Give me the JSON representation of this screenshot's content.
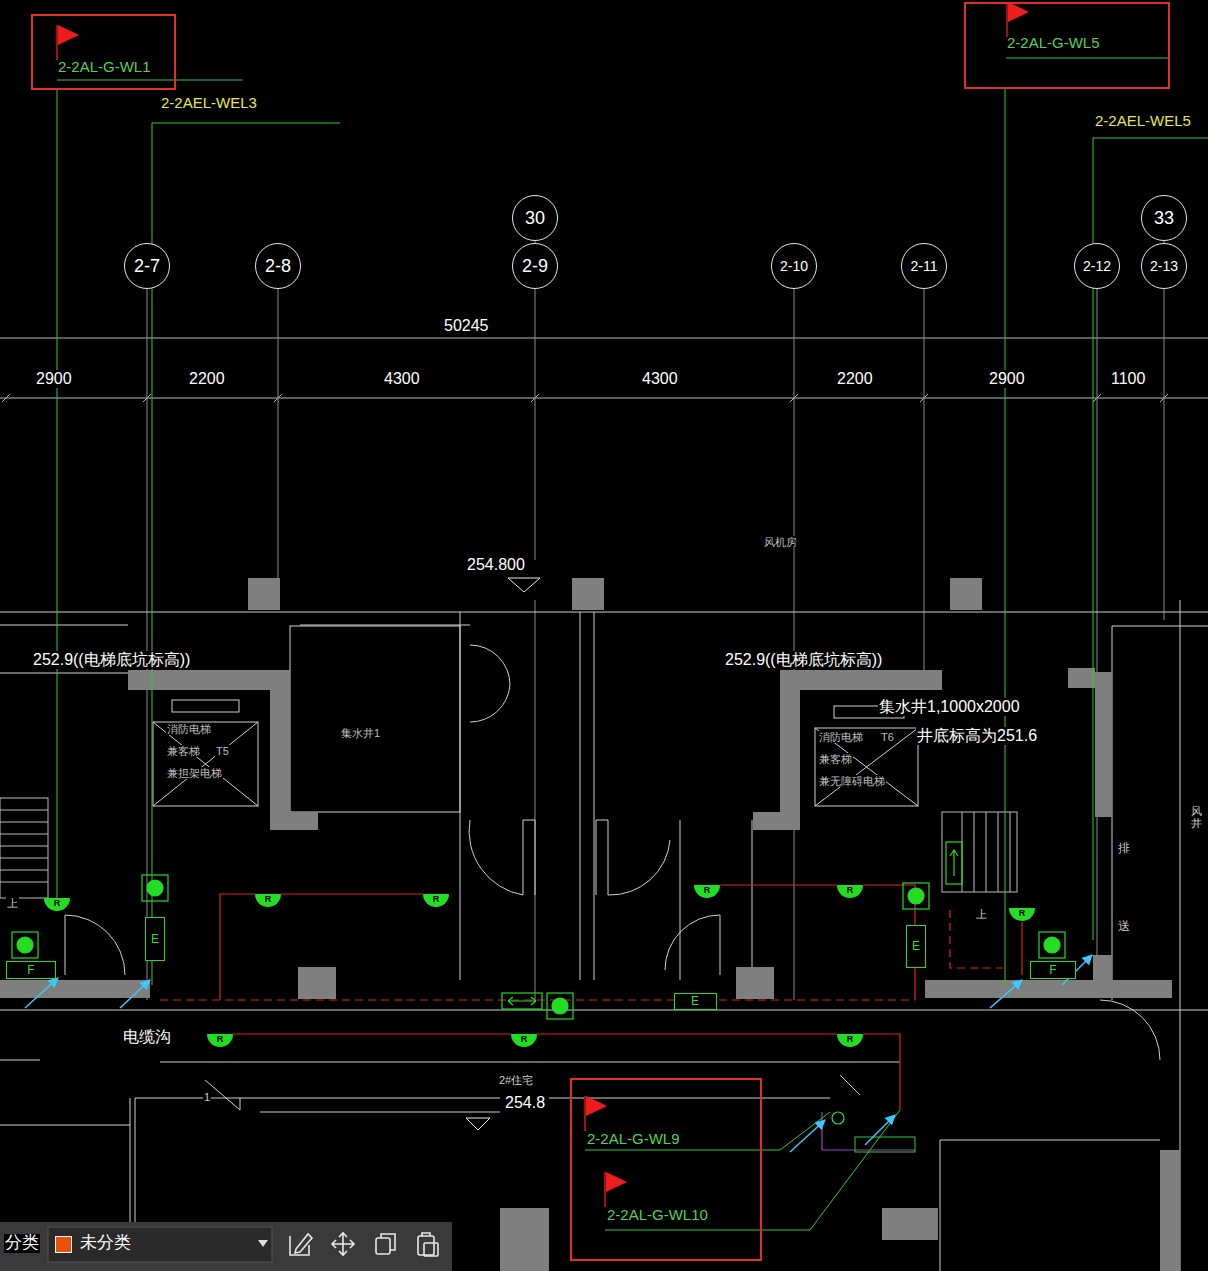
{
  "diagram": {
    "nodes": [
      {
        "text": [
          "2-2AL-G-WL1"
        ]
      },
      {
        "text": [
          "2-2AL-G-WL5"
        ]
      },
      {
        "text": [
          "30"
        ]
      },
      {
        "text": [
          "33"
        ]
      },
      {
        "text": [
          "2-7"
        ]
      },
      {
        "text": [
          "2-8"
        ]
      },
      {
        "text": [
          "2-9"
        ]
      },
      {
        "text": [
          "2-10"
        ]
      },
      {
        "text": [
          "2-11"
        ]
      },
      {
        "text": [
          "2-12"
        ]
      },
      {
        "text": [
          "2-13"
        ]
      },
      {
        "text": [
          "R"
        ]
      },
      {
        "text": [
          "R"
        ]
      },
      {
        "text": [
          "R"
        ]
      },
      {
        "text": [
          "R"
        ]
      },
      {
        "text": [
          "R"
        ]
      },
      {
        "text": [
          "R"
        ]
      },
      {
        "text": [
          "E"
        ]
      },
      {
        "text": [
          "E"
        ]
      },
      {
        "text": [
          "F"
        ]
      },
      {
        "text": [
          "F"
        ]
      },
      {
        "text": [
          "E"
        ]
      },
      {
        "text": [
          "R"
        ]
      },
      {
        "text": [
          "R"
        ]
      },
      {
        "text": [
          "R"
        ]
      },
      {
        "text": [
          "2-2AL-G-WL9",
          "2-2AL-G-WL10"
        ]
      }
    ],
    "edges": [
      {
        "from": 0,
        "to": 15,
        "arrow": "none"
      },
      {
        "from": 13,
        "to": 14,
        "arrow": "none"
      },
      {
        "from": 11,
        "to": 12,
        "arrow": "none"
      },
      {
        "from": 22,
        "to": 23,
        "arrow": "none"
      },
      {
        "from": 23,
        "to": 24,
        "arrow": "none"
      }
    ],
    "labels": [
      "2-2AEL-WEL3",
      "2-2AEL-WEL5",
      "50245",
      "2900",
      "2200",
      "4300",
      "4300",
      "2200",
      "2900",
      "1100",
      "风机房",
      "254.800",
      "252.9((电梯底坑标高))",
      "252.9((电梯底坑标高))",
      "集水井1,1000x2000",
      "集水井1",
      "消防电梯",
      "兼客梯",
      "T5",
      "兼担架电梯",
      "消防电梯",
      "T6",
      "井底标高为251.6",
      "兼客梯",
      "兼无障碍电梯",
      "排",
      "风井",
      "上",
      "上",
      "送",
      "电缆沟",
      "2#住宅",
      "1",
      "254.8",
      "分类"
    ],
    "legend": [
      {
        "text": "未分类",
        "color": "#e8520c"
      }
    ]
  }
}
